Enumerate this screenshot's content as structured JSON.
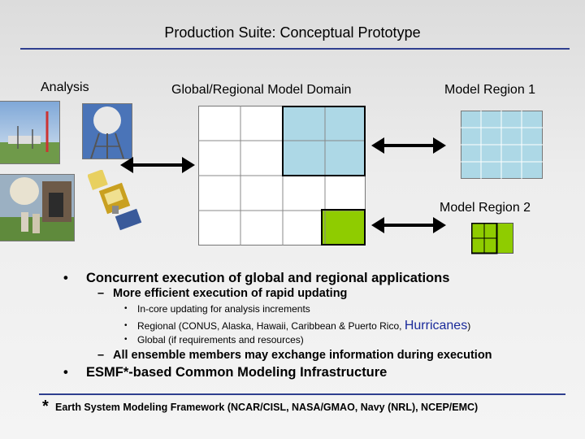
{
  "title": "Production Suite: Conceptual Prototype",
  "headers": {
    "analysis": "Analysis",
    "global_domain": "Global/Regional Model Domain",
    "region1": "Model Region 1",
    "region2": "Model Region 2"
  },
  "bullets": {
    "b1": "Concurrent execution of global and regional applications",
    "b1_1": "More efficient execution of rapid updating",
    "b1_1_1": "In-core updating for analysis increments",
    "b1_1_2": "Regional (CONUS, Alaska, Hawaii, Caribbean & Puerto Rico,",
    "b1_1_2_emph": "Hurricanes",
    "b1_1_2_close": ")",
    "b1_1_3": "Global (if requirements and resources)",
    "b1_2": "All ensemble members may exchange information during execution",
    "b2": "ESMF*-based Common Modeling Infrastructure"
  },
  "footnote": {
    "star": "*",
    "text": "Earth System Modeling Framework (NCAR/CISL, NASA/GMAO, Navy (NRL), NCEP/EMC)"
  },
  "colors": {
    "rule": "#2f3f8f",
    "light_blue": "#add8e6",
    "green": "#8fcc00",
    "hurricanes": "#1a2a9a"
  }
}
